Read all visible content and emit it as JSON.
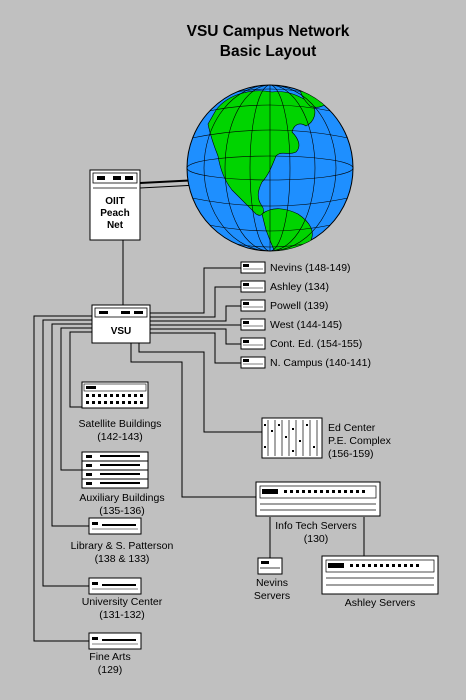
{
  "title": {
    "line1": "VSU Campus Network",
    "line2": "Basic Layout"
  },
  "core": {
    "oiit_line1": "OIIT",
    "oiit_line2": "Peach",
    "oiit_line3": "Net",
    "vsu_label": "VSU"
  },
  "right_buildings": [
    {
      "label": "Nevins (148-149)"
    },
    {
      "label": "Ashley (134)"
    },
    {
      "label": "Powell (139)"
    },
    {
      "label": "West (144-145)"
    },
    {
      "label": "Cont. Ed. (154-155)"
    },
    {
      "label": "N. Campus (140-141)"
    }
  ],
  "ed_center": {
    "line1": "Ed Center",
    "line2": "P.E. Complex",
    "line3": "(156-159)"
  },
  "info_tech": {
    "line1": "Info Tech Servers",
    "line2": "(130)"
  },
  "nevins_servers": {
    "line1": "Nevins",
    "line2": "Servers"
  },
  "ashley_servers": {
    "line1": "Ashley Servers"
  },
  "left_buildings": [
    {
      "line1": "Satellite Buildings",
      "line2": "(142-143)"
    },
    {
      "line1": "Auxiliary Buildings",
      "line2": "(135-136)"
    },
    {
      "line1": "Library & S. Patterson",
      "line2": "(138 & 133)"
    },
    {
      "line1": "University Center",
      "line2": "(131-132)"
    },
    {
      "line1": "Fine Arts",
      "line2": "(129)"
    }
  ],
  "colors": {
    "background": "#c0c0c0",
    "ocean": "#1e8fff",
    "land": "#00d400",
    "device": "#ffffff",
    "line": "#000000"
  },
  "icons": [
    "globe-icon",
    "router-icon",
    "hub-icon",
    "server-icon"
  ]
}
